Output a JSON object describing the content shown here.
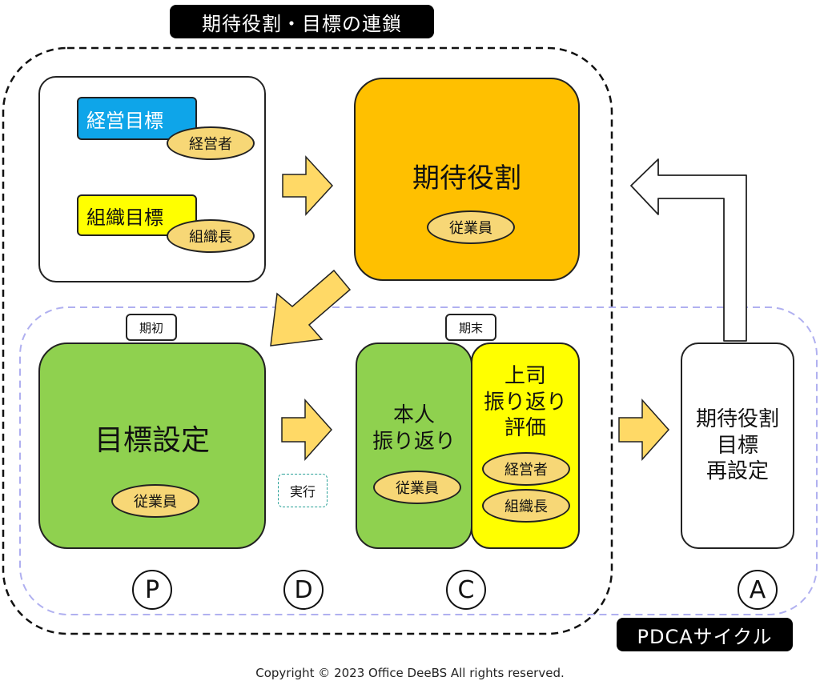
{
  "title": "期待役割・目標の連鎖",
  "cycle_label": "PDCAサイクル",
  "chain": {
    "management_goal": "経営目標",
    "management_goal_owner": "経営者",
    "org_goal": "組織目標",
    "org_goal_owner": "組織長"
  },
  "expected_role": {
    "label": "期待役割",
    "owner": "従業員"
  },
  "plan": {
    "tag": "期初",
    "label": "目標設定",
    "owner": "従業員"
  },
  "do": {
    "tag": "実行"
  },
  "check": {
    "tag": "期末",
    "self_line1": "本人",
    "self_line2": "振り返り",
    "self_owner": "従業員",
    "boss_line1": "上司",
    "boss_line2": "振り返り",
    "boss_line3": "評価",
    "boss_owner1": "経営者",
    "boss_owner2": "組織長"
  },
  "act": {
    "line1": "期待役割",
    "line2": "目標",
    "line3": "再設定"
  },
  "phases": [
    "P",
    "D",
    "C",
    "A"
  ],
  "colors": {
    "blue": "#0ea5e9",
    "yellow": "#ffff00",
    "orange": "#ffc000",
    "green": "#8fd14f",
    "pill": "#f7d776",
    "arrow": "#ffd966",
    "dash_black": "#111111",
    "dash_lavender": "#b0b0f0"
  },
  "copyright": "Copyright © 2023 Office DeeBS All rights reserved."
}
